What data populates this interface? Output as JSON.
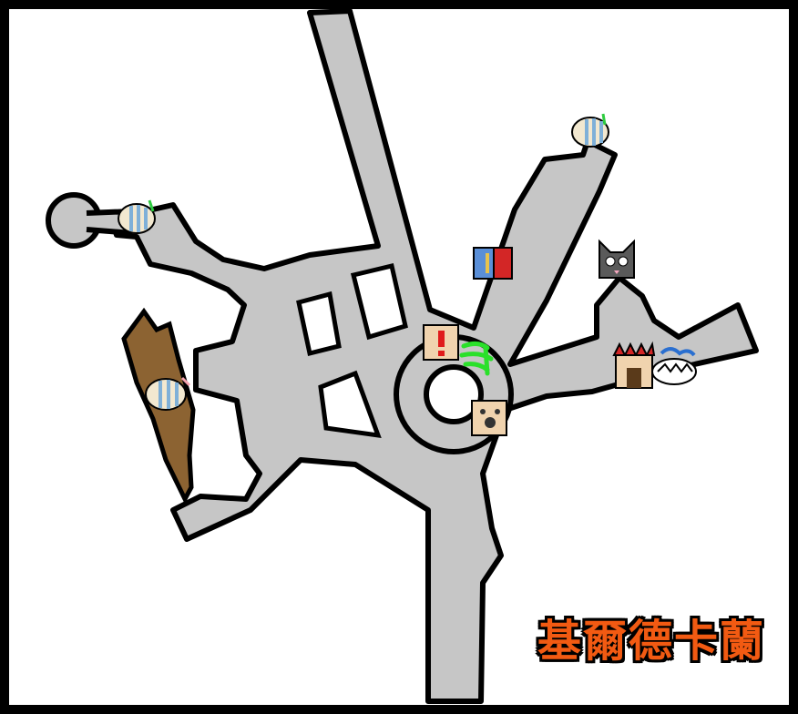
{
  "map": {
    "title": "基爾德卡蘭",
    "colors": {
      "background": "#ffffff",
      "walkway": "#c6c6c6",
      "outline": "#000000",
      "cliff": "#8c6332",
      "title": "#f25a12"
    },
    "icons": [
      {
        "name": "armadillo-icon",
        "area": "west-tip"
      },
      {
        "name": "armadillo-icon",
        "area": "west-cliff"
      },
      {
        "name": "armadillo-icon",
        "area": "north-tip"
      },
      {
        "name": "quest-board-icon",
        "area": "plaza"
      },
      {
        "name": "smithy-icon",
        "area": "north-road"
      },
      {
        "name": "herb-icon",
        "area": "plaza"
      },
      {
        "name": "item-box-icon",
        "area": "plaza"
      },
      {
        "name": "palico-icon",
        "area": "east"
      },
      {
        "name": "shop-icon",
        "area": "east"
      },
      {
        "name": "fish-nest-icon",
        "area": "east"
      }
    ]
  }
}
